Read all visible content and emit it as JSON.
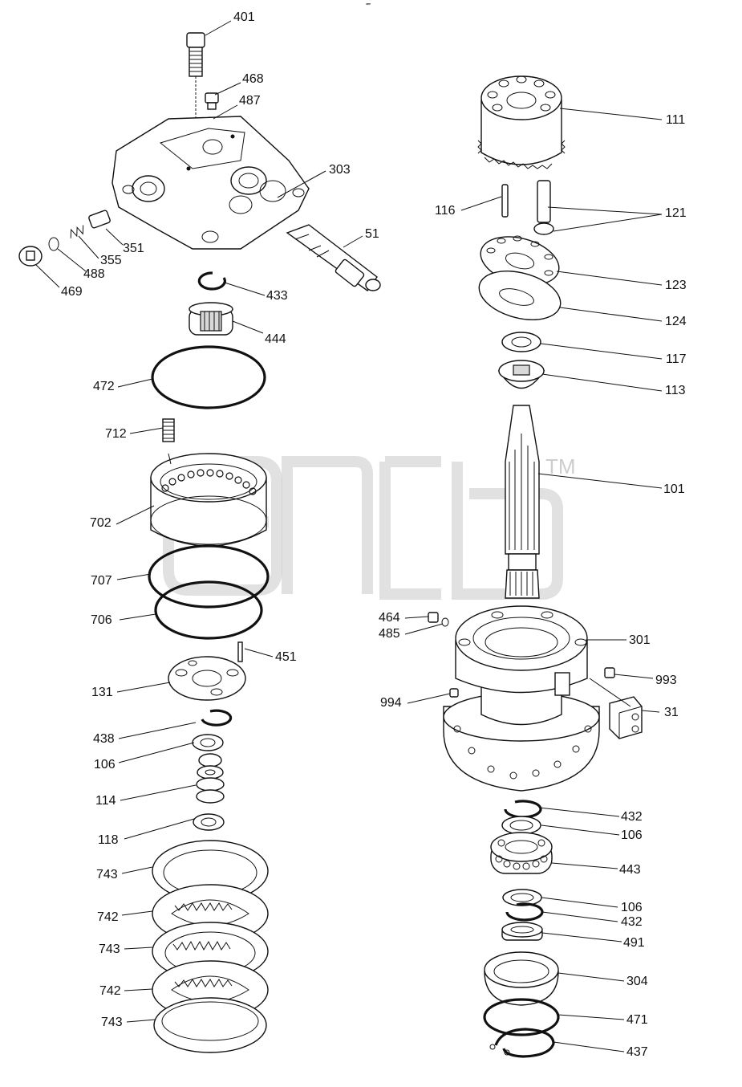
{
  "diagram": {
    "corner_mark": "″‴",
    "watermark": {
      "text": "TM"
    },
    "callouts": [
      {
        "id": "401",
        "text": "401"
      },
      {
        "id": "468",
        "text": "468"
      },
      {
        "id": "487",
        "text": "487"
      },
      {
        "id": "303",
        "text": "303"
      },
      {
        "id": "51",
        "text": "51"
      },
      {
        "id": "351",
        "text": "351"
      },
      {
        "id": "355",
        "text": "355"
      },
      {
        "id": "488",
        "text": "488"
      },
      {
        "id": "469",
        "text": "469"
      },
      {
        "id": "433",
        "text": "433"
      },
      {
        "id": "444",
        "text": "444"
      },
      {
        "id": "472",
        "text": "472"
      },
      {
        "id": "712",
        "text": "712"
      },
      {
        "id": "702",
        "text": "702"
      },
      {
        "id": "707",
        "text": "707"
      },
      {
        "id": "706",
        "text": "706"
      },
      {
        "id": "451",
        "text": "451"
      },
      {
        "id": "131",
        "text": "131"
      },
      {
        "id": "438",
        "text": "438"
      },
      {
        "id": "106a",
        "text": "106"
      },
      {
        "id": "114",
        "text": "114"
      },
      {
        "id": "118",
        "text": "118"
      },
      {
        "id": "743a",
        "text": "743"
      },
      {
        "id": "742a",
        "text": "742"
      },
      {
        "id": "743b",
        "text": "743"
      },
      {
        "id": "742b",
        "text": "742"
      },
      {
        "id": "743c",
        "text": "743"
      },
      {
        "id": "111",
        "text": "111"
      },
      {
        "id": "116",
        "text": "116"
      },
      {
        "id": "121",
        "text": "121"
      },
      {
        "id": "123",
        "text": "123"
      },
      {
        "id": "124",
        "text": "124"
      },
      {
        "id": "117",
        "text": "117"
      },
      {
        "id": "113",
        "text": "113"
      },
      {
        "id": "101",
        "text": "101"
      },
      {
        "id": "464",
        "text": "464"
      },
      {
        "id": "485",
        "text": "485"
      },
      {
        "id": "301",
        "text": "301"
      },
      {
        "id": "993",
        "text": "993"
      },
      {
        "id": "994",
        "text": "994"
      },
      {
        "id": "31",
        "text": "31"
      },
      {
        "id": "432a",
        "text": "432"
      },
      {
        "id": "106b",
        "text": "106"
      },
      {
        "id": "443",
        "text": "443"
      },
      {
        "id": "106c",
        "text": "106"
      },
      {
        "id": "432b",
        "text": "432"
      },
      {
        "id": "491",
        "text": "491"
      },
      {
        "id": "304",
        "text": "304"
      },
      {
        "id": "471",
        "text": "471"
      },
      {
        "id": "437",
        "text": "437"
      }
    ]
  }
}
